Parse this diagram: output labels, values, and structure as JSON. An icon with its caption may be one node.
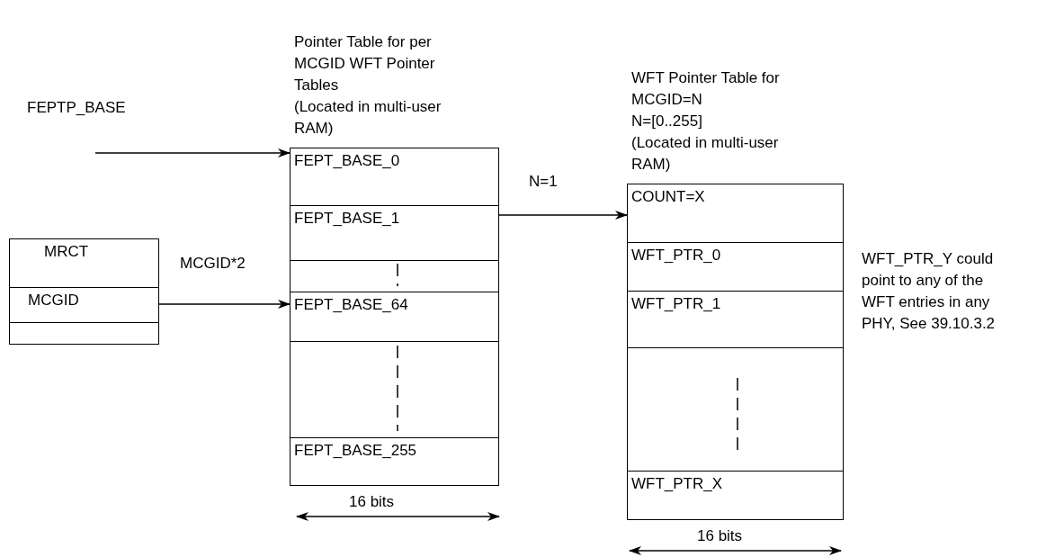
{
  "diagram": {
    "nodes": [
      {
        "text": [],
        "shape": "box"
      },
      {
        "text": [
          "MRCT"
        ],
        "in": 0
      },
      {
        "text": [
          "MCGID"
        ],
        "in": 0
      },
      {
        "text": [],
        "shape": "box",
        "in": 0
      },
      {
        "text": [
          "Pointer Table for per MCGID WFT Pointer Tables",
          "(Located in multi-user RAM)"
        ],
        "beside": [
          "16 bits"
        ]
      },
      {
        "text": [
          "FEPT_BASE_0"
        ],
        "in": 4
      },
      {
        "text": [
          "FEPT_BASE_1"
        ],
        "in": 4
      },
      {
        "text": [],
        "shape": "box",
        "in": 4
      },
      {
        "text": [
          "FEPT_BASE_64"
        ],
        "in": 4
      },
      {
        "text": [],
        "shape": "box",
        "in": 4
      },
      {
        "text": [
          "FEPT_BASE_255"
        ],
        "in": 4
      },
      {
        "text": [
          "WFT Pointer Table for MCGID=N",
          "N=[0..255]",
          "(Located in multi-user RAM)"
        ],
        "beside": [
          "16 bits"
        ]
      },
      {
        "text": [
          "COUNT=X"
        ],
        "in": 11
      },
      {
        "text": [
          "WFT_PTR_0"
        ],
        "in": 11
      },
      {
        "text": [
          "WFT_PTR_1"
        ],
        "in": 11
      },
      {
        "text": [],
        "shape": "box",
        "in": 11
      },
      {
        "text": [
          "WFT_PTR_X"
        ],
        "in": 11
      }
    ],
    "edges": [
      {
        "from": null,
        "to": 5,
        "arrow": "to",
        "label": "FEPTP_BASE"
      },
      {
        "from": 2,
        "to": 8,
        "arrow": "to",
        "label": "MCGID*2"
      },
      {
        "from": 6,
        "to": 12,
        "arrow": "to",
        "label": "N=1"
      }
    ],
    "labels": [
      "WFT_PTR_Y could point to any of the WFT entries in any PHY, See 39.10.3.2"
    ]
  }
}
